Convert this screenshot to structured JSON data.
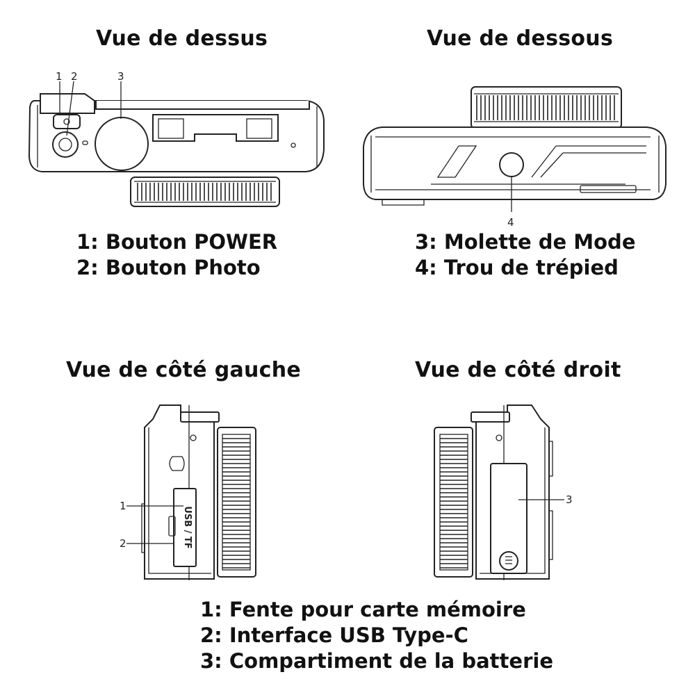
{
  "panels": {
    "top": {
      "title": "Vue de dessus",
      "callouts": [
        "1",
        "2",
        "3"
      ],
      "legend": [
        "1: Bouton POWER",
        "2: Bouton Photo"
      ]
    },
    "bottom": {
      "title": "Vue de dessous",
      "callouts": [
        "4"
      ],
      "legend": [
        "3: Molette de Mode",
        "4: Trou de trépied"
      ]
    },
    "left": {
      "title": "Vue de côté gauche",
      "callouts": [
        "1",
        "2"
      ],
      "port_label": "USB / TF"
    },
    "right": {
      "title": "Vue de côté droit",
      "callouts": [
        "3"
      ]
    }
  },
  "side_legend": [
    "1: Fente pour carte mémoire",
    "2: Interface USB Type-C",
    "3: Compartiment de la batterie"
  ]
}
